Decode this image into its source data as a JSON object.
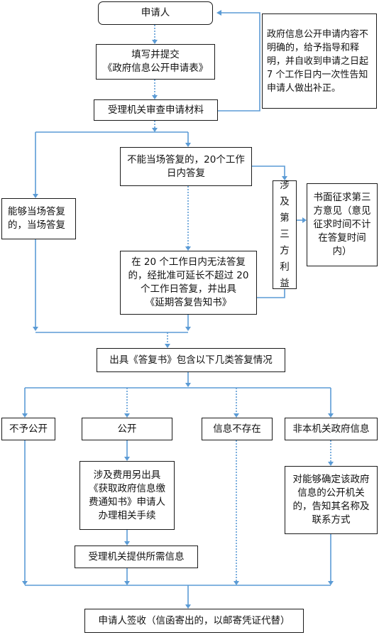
{
  "nodes": {
    "applicant": "申请人",
    "fill_form": "填写并提交\n《政府信息公开申请表》",
    "review": "受理机关审查申请材料",
    "guidance_note": "政府信息公开申请内容不明确的，给予指导和释明，并自收到申请之日起 7 个工作日内一次性告知申请人做出补正。",
    "immediate_reply": "能够当场答复的，当场答复",
    "within_20": "不能当场答复的，20个工作日内答复",
    "third_party": "涉及第三方利益",
    "written_opinion": "书面征求第三方意见（意见征求时间不计在答复时间内）",
    "extend": "在 20 个工作日内无法答复的，经批准可延长不超过 20个工作日答复，并出具\n《延期答复告知书》",
    "issue_reply": "出具《答复书》包含以下几类答复情况",
    "not_public": "不予公开",
    "public": "公开",
    "not_exist": "信息不存在",
    "not_this_org": "非本机关政府信息",
    "fee": "涉及费用另出具《获取政府信息缴费通知书》申请人办理相关手续",
    "inform_org": "对能够确定该政府信息的公开机关的，告知其名称及联系方式",
    "provide_info": "受理机关提供所需信息",
    "sign_receipt": "申请人签收（信函寄出的，以邮寄凭证代替）"
  },
  "colors": {
    "connector": "#5b9bd5",
    "border": "#1a1a1a"
  }
}
